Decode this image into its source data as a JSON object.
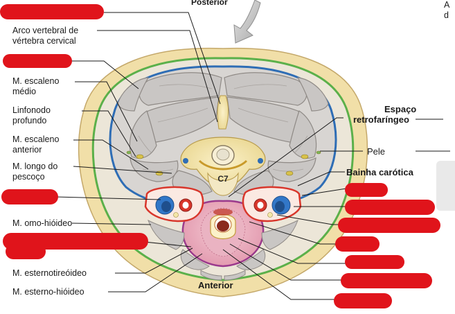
{
  "labels_left": {
    "arco_vertebral": "Arco vertebral de vértebra cervical",
    "escaleno_medio": "M. escaleno médio",
    "linfonodo": "Linfonodo profundo",
    "escaleno_anterior": "M. escaleno anterior",
    "longo_pescoco": "M. longo do pescoço",
    "omo_hioideo": "M. omo-hióideo",
    "esternotireoideo": "M. esternotireóideo",
    "esterno_hioideo": "M. esterno-hióideo"
  },
  "labels_right": {
    "espaco_retrofaringeo_line1": "Espaço",
    "espaco_retrofaringeo_line2": "retrofaríngeo",
    "pele": "Pele",
    "bainha_carotida": "Bainha carótica"
  },
  "labels_center": {
    "posterior": "Posterior",
    "anterior": "Anterior",
    "vertebra": "C7"
  },
  "corner_text": {
    "line1": "A",
    "line2": "d"
  },
  "colors": {
    "redaction": "#e0141b",
    "skin": "#f1dfa8",
    "muscle": "#c9c6c4",
    "fascia_blue": "#2e6db5",
    "fascia_green": "#5bb04a",
    "sheath_red": "#d8362b",
    "visceral_purple": "#9b3a8c"
  }
}
